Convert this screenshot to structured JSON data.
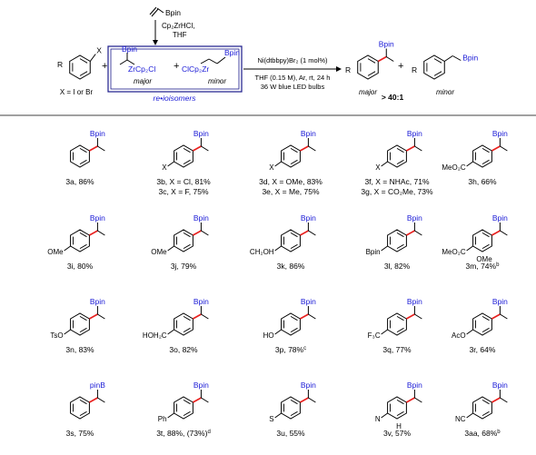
{
  "scheme": {
    "vinyl_label": "Bpin",
    "reagent1": "Cp₂ZrHCl,",
    "reagent2": "THF",
    "aryl_x": "X",
    "aryl_r": "R",
    "x_note": "X = I or Br",
    "plus": "+",
    "major_bpin": "Bpin",
    "major_zr": "ZrCp₂Cl",
    "major_tag": "major",
    "minor_bpin": "Bpin",
    "minor_zr": "ClCp₂Zr",
    "minor_tag": "minor",
    "regio_note": "re•ioisomers",
    "cond1": "Ni(dtbbpy)Br₂ (1 mol%)",
    "cond2": "THF (0.15 M), Ar, rt, 24 h",
    "cond3": "36 W blue LED bulbs",
    "prod_major_bpin": "Bpin",
    "prod_minor_bpin": "Bpin",
    "prod_r": "R",
    "prod_major_tag": "major",
    "prod_minor_tag": "minor",
    "ratio": "> 40:1"
  },
  "compounds": [
    {
      "label": "3a, 86%",
      "bpin": "Bpin"
    },
    {
      "label": "3b, X = Cl, 81%",
      "label2": "3c, X = F, 75%",
      "sub": "X",
      "bpin": "Bpin"
    },
    {
      "label": "3d, X = OMe, 83%",
      "label2": "3e, X = Me, 75%",
      "sub": "X",
      "bpin": "Bpin"
    },
    {
      "label": "3f, X = NHAc, 71%",
      "label2": "3g, X = CO₂Me, 73%",
      "sub": "X",
      "bpin": "Bpin"
    },
    {
      "label": "3h, 66%",
      "sub": "MeO₂C",
      "bpin": "Bpin"
    },
    {
      "label": "3i, 80%",
      "sub": "OMe",
      "bpin": "Bpin"
    },
    {
      "label": "3j, 79%",
      "sub": "OMe",
      "bpin": "Bpin"
    },
    {
      "label": "3k, 86%",
      "sub": "CH₂OH",
      "bpin": "Bpin"
    },
    {
      "label": "3l, 82%",
      "sub": "Bpin",
      "bpin": "Bpin"
    },
    {
      "label": "3m, 74%",
      "sup": "b",
      "sub": "MeO₂C",
      "sub2": "OMe",
      "bpin": "Bpin"
    },
    {
      "label": "3n, 83%",
      "sub": "TsO",
      "bpin": "Bpin"
    },
    {
      "label": "3o, 82%",
      "sub": "HOH₂C",
      "bpin": "Bpin"
    },
    {
      "label": "3p, 78%",
      "sup": "c",
      "sub": "HO",
      "bpin": "Bpin"
    },
    {
      "label": "3q, 77%",
      "sub": "F₃C",
      "bpin": "Bpin"
    },
    {
      "label": "3r, 64%",
      "sub": "AcO",
      "bpin": "Bpin"
    },
    {
      "label": "3s, 75%",
      "bpin": "pinB"
    },
    {
      "label": "3t, 88%, (73%)",
      "sup": "d",
      "sub": "Ph",
      "bpin": "Bpin"
    },
    {
      "label": "3u, 55%",
      "sub": "S",
      "bpin": "Bpin"
    },
    {
      "label": "3v, 57%",
      "sub": "N",
      "sub2": "H",
      "bpin": "Bpin"
    },
    {
      "label": "3aa, 68%",
      "sup": "b",
      "sub": "NC",
      "bpin": "Bpin"
    }
  ],
  "colors": {
    "bond_highlight": "#e8201e",
    "bpin": "#1a1ad6",
    "zr": "#1a1ad6",
    "box": "#1a1a8a"
  }
}
